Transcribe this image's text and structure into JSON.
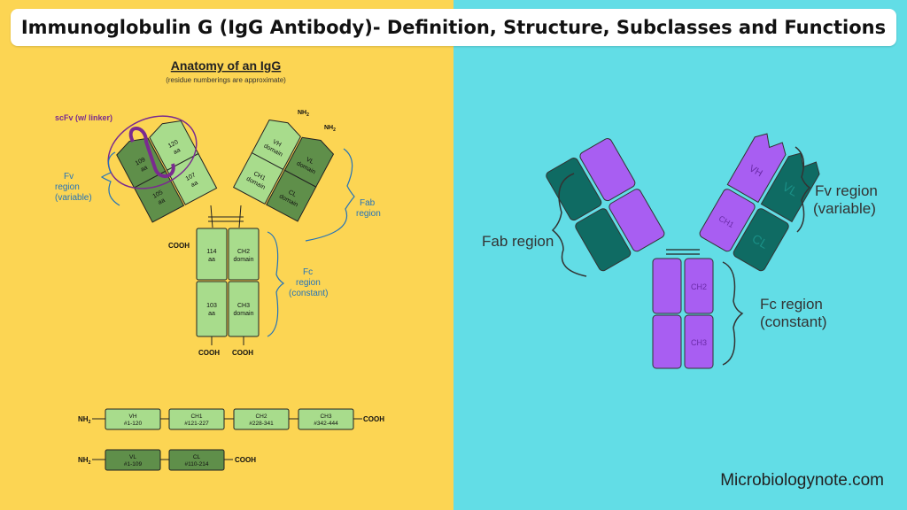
{
  "header": {
    "title": "Immunoglobulin G (IgG Antibody)- Definition, Structure, Subclasses and Functions"
  },
  "left_diagram": {
    "title": "Anatomy of an IgG",
    "subtitle": "(residue numberings are approximate)",
    "scfv_label": "scFv (w/ linker)",
    "fv_label": [
      "Fv",
      "region",
      "(variable)"
    ],
    "fab_label": [
      "Fab",
      "region"
    ],
    "fc_label": [
      "Fc",
      "region",
      "(constant)"
    ],
    "nh2": "NH",
    "nh2_sub": "2",
    "cooh": "COOH",
    "light_chain_left": {
      "vl": [
        "109",
        "aa"
      ],
      "cl": [
        "105",
        "aa"
      ]
    },
    "heavy_chain_left": {
      "vh": [
        "120",
        "aa"
      ],
      "ch1": [
        "107",
        "aa"
      ],
      "ch2": [
        "114",
        "aa"
      ],
      "ch3": [
        "103",
        "aa"
      ]
    },
    "right_arm": {
      "vh": [
        "VH",
        "domain"
      ],
      "vl": [
        "VL",
        "domain"
      ],
      "ch1": [
        "CH1",
        "domain"
      ],
      "cl": [
        "CL",
        "domain"
      ],
      "ch2": [
        "CH2",
        "domain"
      ],
      "ch3": [
        "CH3",
        "domain"
      ]
    },
    "heavy_chain_bar": [
      {
        "name": "VH",
        "range": "#1-120"
      },
      {
        "name": "CH1",
        "range": "#121-227"
      },
      {
        "name": "CH2",
        "range": "#228-341"
      },
      {
        "name": "CH3",
        "range": "#342-444"
      }
    ],
    "light_chain_bar": [
      {
        "name": "VL",
        "range": "#1-109"
      },
      {
        "name": "CL",
        "range": "#110-214"
      }
    ]
  },
  "right_diagram": {
    "fab_label": "Fab region",
    "fv_label": [
      "Fv region",
      "(variable)"
    ],
    "fc_label": [
      "Fc region",
      "(constant)"
    ],
    "domains": {
      "vh": "VH",
      "vl": "VL",
      "ch1": "CH1",
      "cl": "CL",
      "ch2": "CH2",
      "ch3": "CH3"
    }
  },
  "footer": {
    "site": "Microbiologynote.com"
  },
  "colors": {
    "left_bg": "#fcd553",
    "right_bg": "#62dde6",
    "light_green": "#a8dc8c",
    "dark_green": "#5f8f4a",
    "label_blue": "#2473b8",
    "scfv_purple": "#7a2b8f",
    "purple": "#a85ef2",
    "teal": "#0f6b63"
  }
}
